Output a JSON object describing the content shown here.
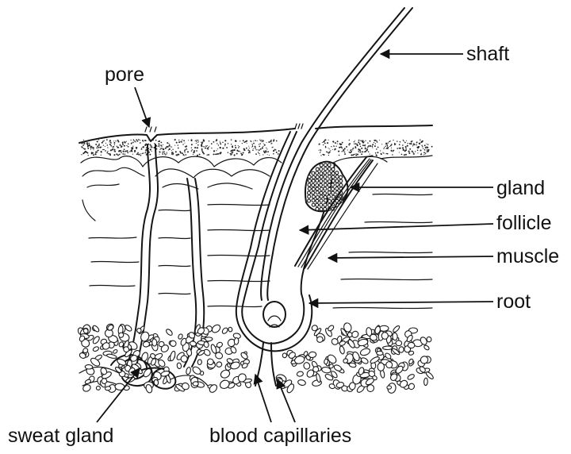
{
  "labels": {
    "pore": "pore",
    "shaft": "shaft",
    "gland": "gland",
    "follicle": "follicle",
    "muscle": "muscle",
    "root": "root",
    "sweat_gland": "sweat gland",
    "blood_capillaries": "blood capillaries"
  }
}
